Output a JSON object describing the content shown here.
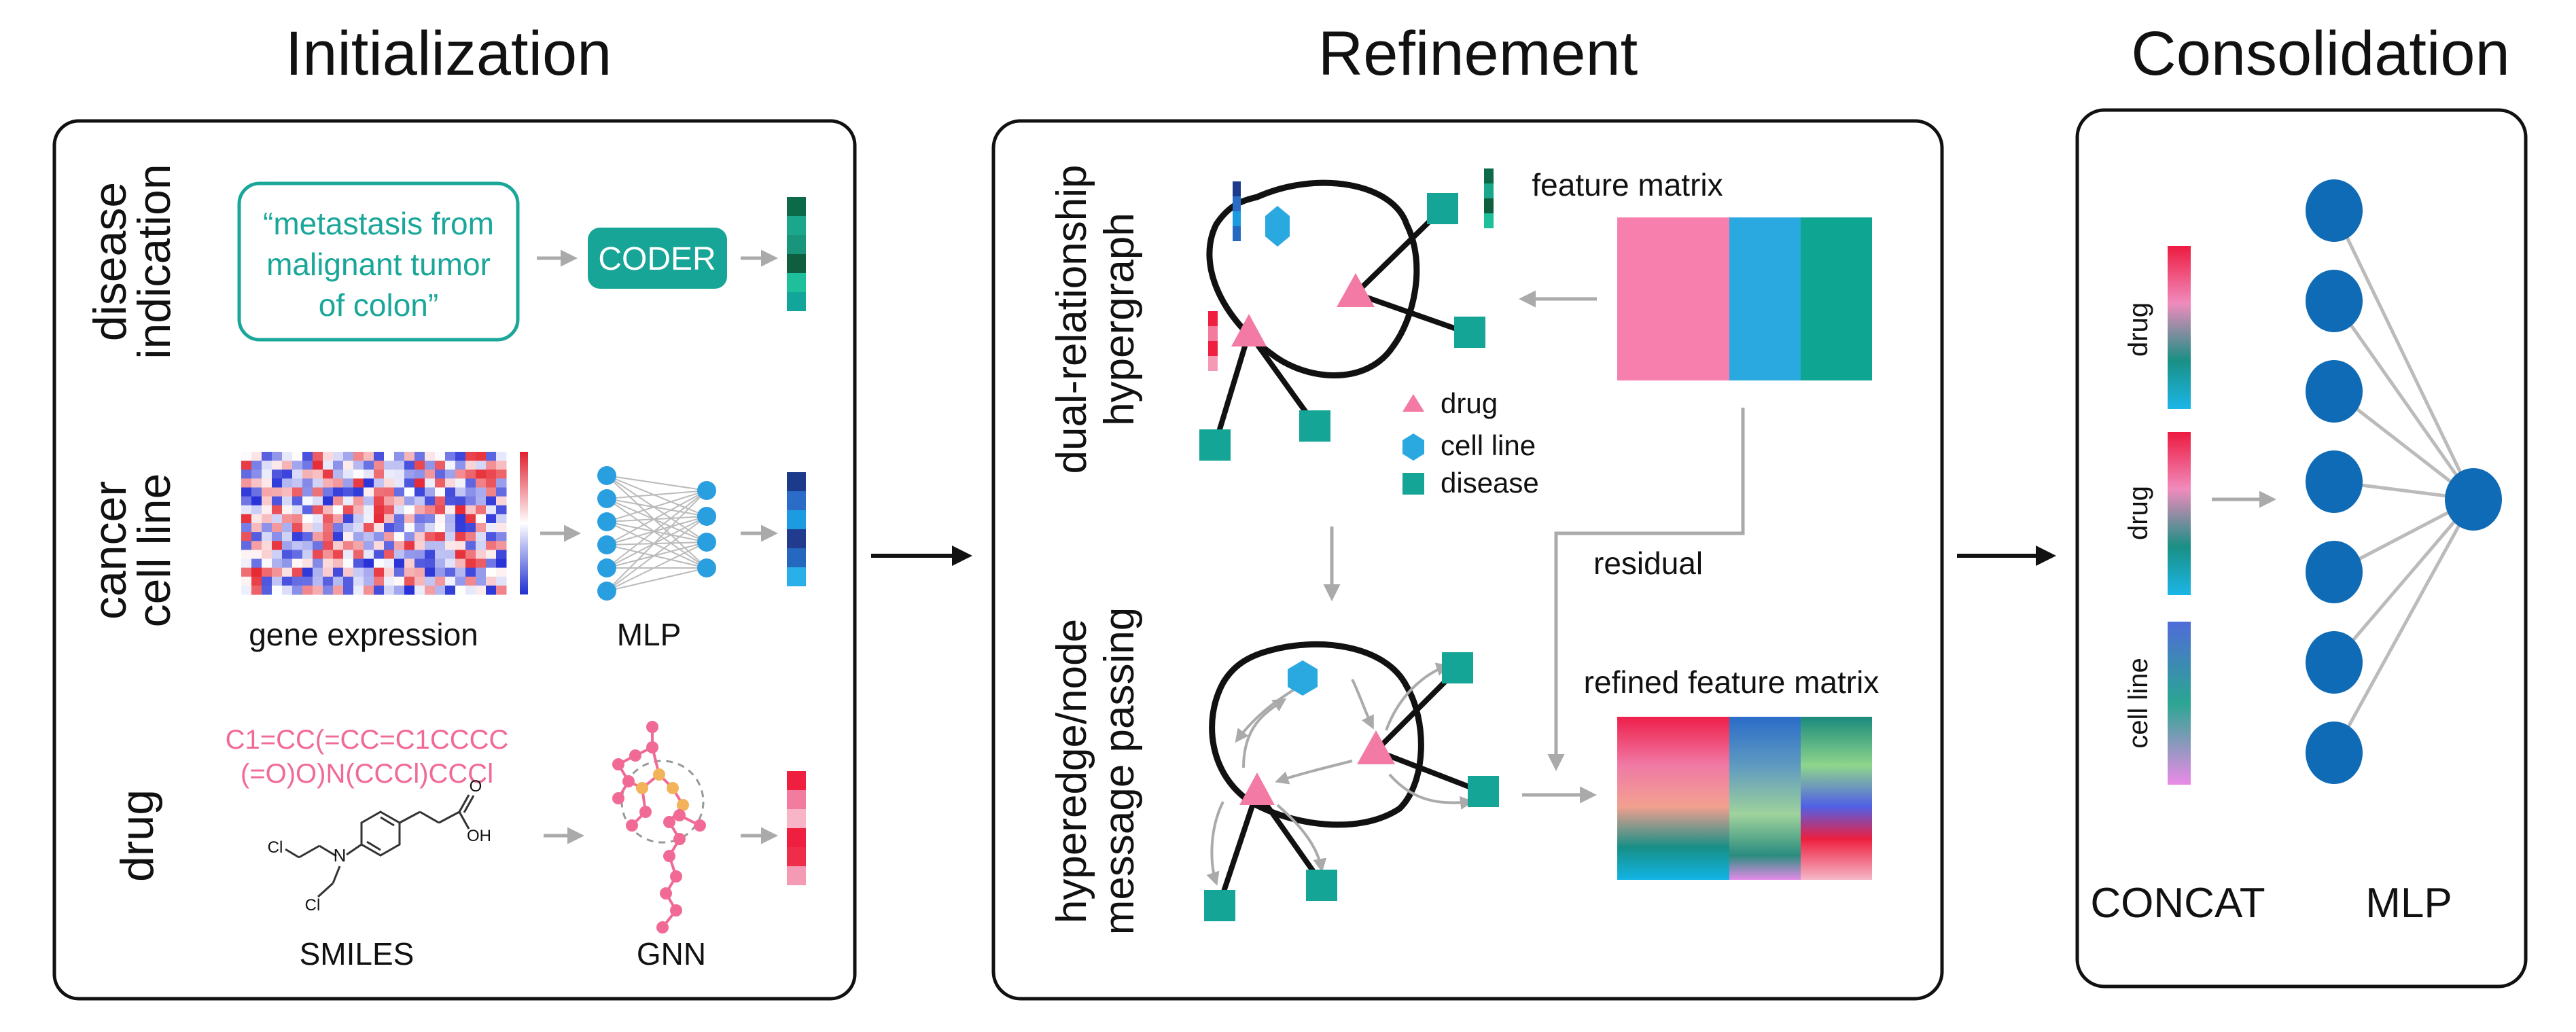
{
  "stages": [
    {
      "title": "Initialization"
    },
    {
      "title": "Refinement"
    },
    {
      "title": "Consolidation"
    }
  ],
  "initialization": {
    "rows": [
      {
        "label_lines": [
          "disease",
          "indication"
        ]
      },
      {
        "label_lines": [
          "cancer",
          "cell line"
        ]
      },
      {
        "label_lines": [
          "drug"
        ]
      }
    ],
    "disease_text_lines": [
      "“metastasis from",
      "malignant tumor",
      "of colon”"
    ],
    "coder_label": "CODER",
    "gene_expression_caption": "gene expression",
    "mlp_caption": "MLP",
    "smiles_lines": [
      "C1=CC(=CC=C1CCCC",
      "(=O)O)N(CCCl)CCCl"
    ],
    "molecule_atom_labels": [
      "Cl",
      "Cl",
      "N",
      "O",
      "OH"
    ],
    "smiles_caption": "SMILES",
    "gnn_caption": "GNN"
  },
  "refinement": {
    "top_label_lines": [
      "dual-relationship",
      "hypergraph"
    ],
    "bottom_label_lines": [
      "hyperedge/node",
      "message passing"
    ],
    "feature_matrix_title": "feature matrix",
    "refined_matrix_title": "refined feature matrix",
    "residual_label": "residual",
    "legend": [
      {
        "label": "drug",
        "shape": "triangle",
        "color": "#f27aa5"
      },
      {
        "label": "cell line",
        "shape": "hexagon",
        "color": "#2aa8e0"
      },
      {
        "label": "disease",
        "shape": "square",
        "color": "#14a596"
      }
    ],
    "matrix_colors": [
      "#f77fad",
      "#2aa8e0",
      "#0ea593"
    ]
  },
  "consolidation": {
    "vector_labels": [
      "drug",
      "drug",
      "cell line"
    ],
    "concat_label": "CONCAT",
    "mlp_label": "MLP",
    "node_color": "#0f6bb5"
  }
}
